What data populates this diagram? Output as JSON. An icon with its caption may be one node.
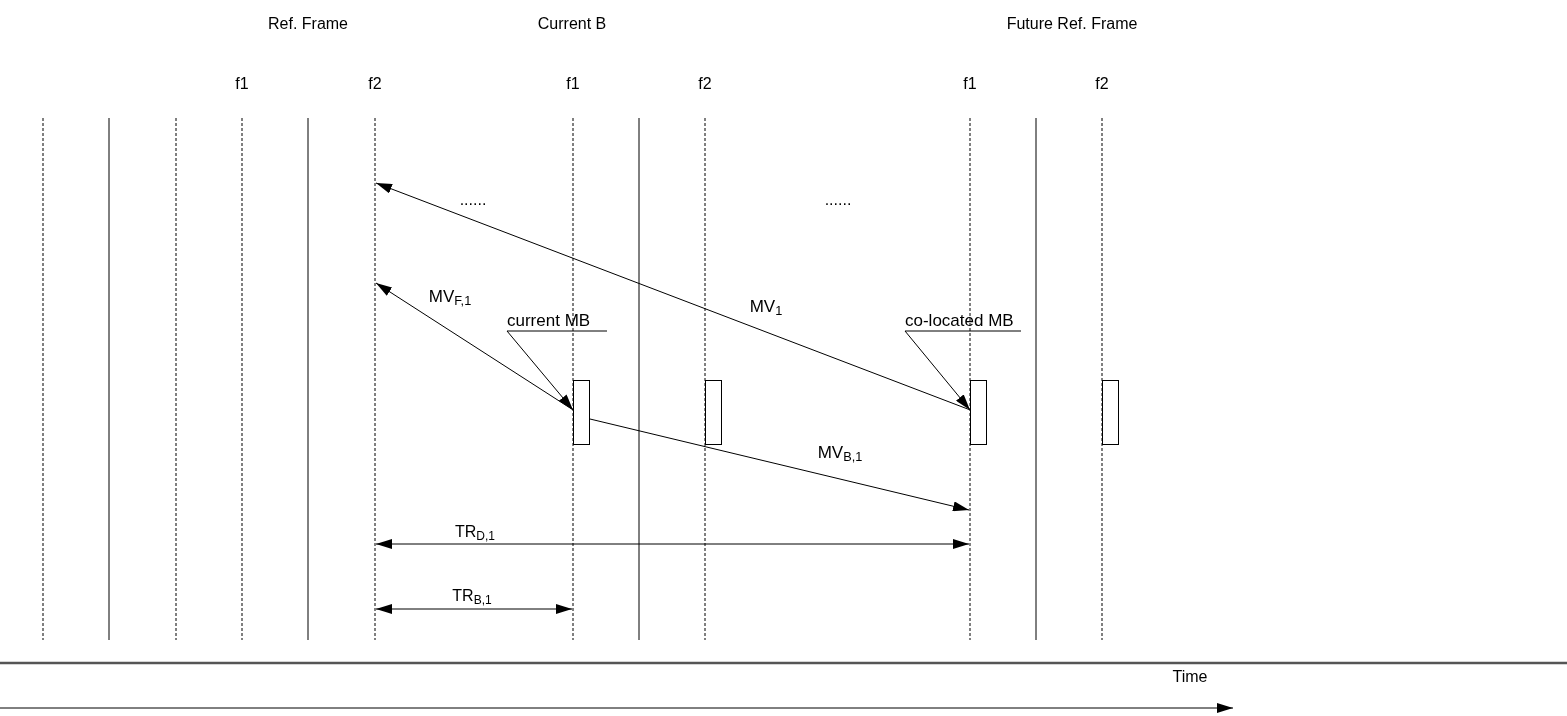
{
  "diagram": {
    "nodes": [
      {
        "text": [
          "current MB"
        ]
      },
      {
        "text": [
          "co-located MB"
        ]
      },
      {
        "text": [],
        "shape": "box"
      },
      {
        "text": [],
        "shape": "box"
      },
      {
        "text": [],
        "shape": "box"
      },
      {
        "text": [],
        "shape": "box"
      }
    ],
    "edges": [
      {
        "from": 2,
        "to": null,
        "arrow": "to",
        "label": "MV$_{F,1}$"
      },
      {
        "from": 4,
        "to": null,
        "arrow": "to",
        "label": "MV$_{1}$"
      },
      {
        "from": 0,
        "to": 2,
        "arrow": "to"
      },
      {
        "from": 1,
        "to": 4,
        "arrow": "to"
      },
      {
        "from": 2,
        "to": null,
        "arrow": "to",
        "label": "MV$_{B,1}$"
      }
    ],
    "labels": [
      "Ref. Frame",
      "Current B",
      "Future Ref. Frame",
      "f1",
      "f2",
      "f1",
      "f2",
      "f1",
      "f2",
      "......",
      "......",
      "TR$_{D,1}$",
      "TR$_{B,1}$",
      "Time"
    ]
  }
}
